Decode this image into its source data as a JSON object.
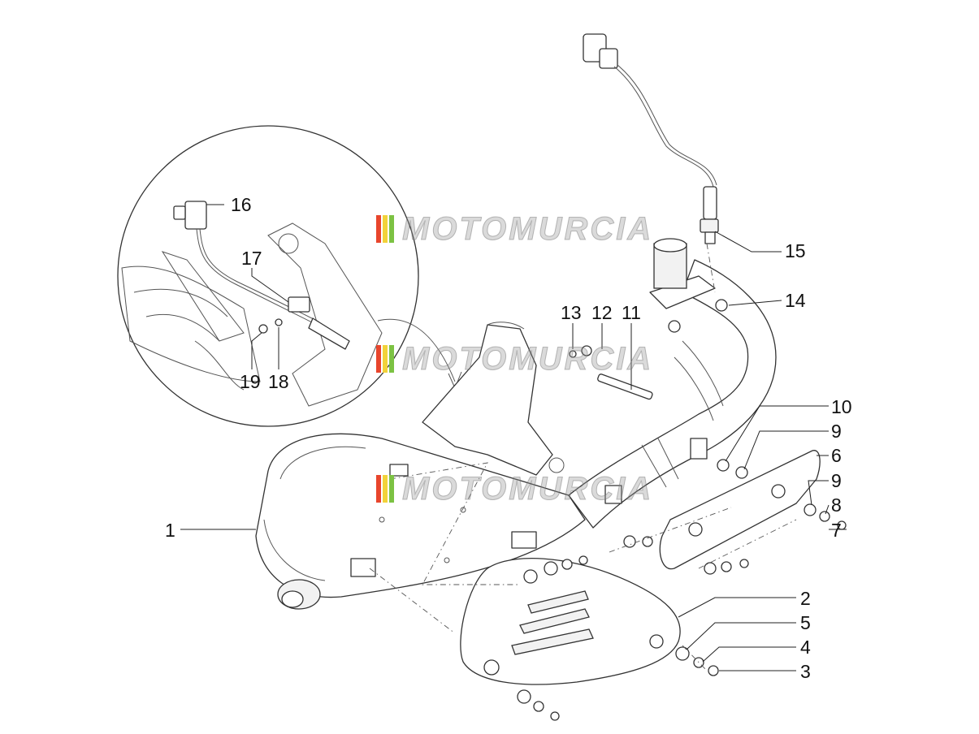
{
  "watermark": {
    "text": "MOTOMURCIA",
    "flag_colors": [
      "#e8452c",
      "#f2d23a",
      "#7cc243"
    ]
  },
  "callouts": [
    {
      "id": "1",
      "text": "1"
    },
    {
      "id": "2",
      "text": "2"
    },
    {
      "id": "3",
      "text": "3"
    },
    {
      "id": "4",
      "text": "4"
    },
    {
      "id": "5",
      "text": "5"
    },
    {
      "id": "6",
      "text": "6"
    },
    {
      "id": "7",
      "text": "7"
    },
    {
      "id": "8",
      "text": "8"
    },
    {
      "id": "9a",
      "text": "9"
    },
    {
      "id": "9b",
      "text": "9"
    },
    {
      "id": "10",
      "text": "10"
    },
    {
      "id": "11",
      "text": "11"
    },
    {
      "id": "12",
      "text": "12"
    },
    {
      "id": "13",
      "text": "13"
    },
    {
      "id": "14",
      "text": "14"
    },
    {
      "id": "15",
      "text": "15"
    },
    {
      "id": "16",
      "text": "16"
    },
    {
      "id": "17",
      "text": "17"
    },
    {
      "id": "18",
      "text": "18"
    },
    {
      "id": "19",
      "text": "19"
    }
  ],
  "colors": {
    "line": "#333333",
    "background": "#ffffff"
  }
}
